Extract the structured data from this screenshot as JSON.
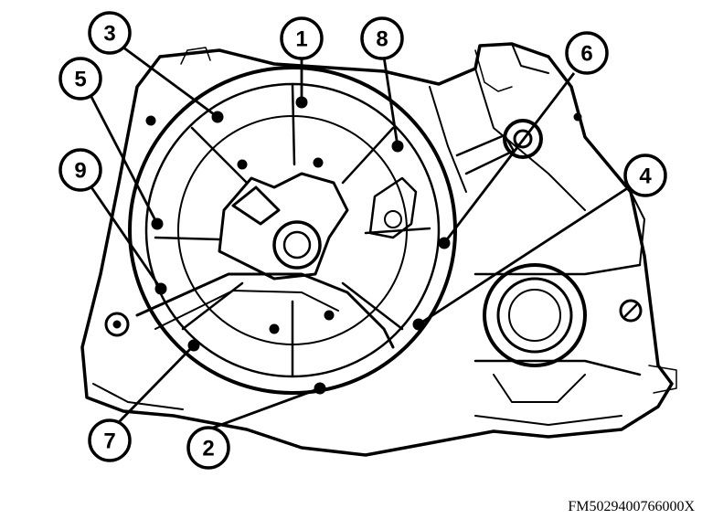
{
  "figure": {
    "id_label": "FM5029400766000X"
  },
  "callouts": [
    {
      "label": "1"
    },
    {
      "label": "2"
    },
    {
      "label": "3"
    },
    {
      "label": "4"
    },
    {
      "label": "5"
    },
    {
      "label": "6"
    },
    {
      "label": "7"
    },
    {
      "label": "8"
    },
    {
      "label": "9"
    }
  ],
  "colors": {
    "ink": "#000000",
    "paper": "#ffffff"
  },
  "icons": {
    "bolt": "bolt-icon"
  }
}
